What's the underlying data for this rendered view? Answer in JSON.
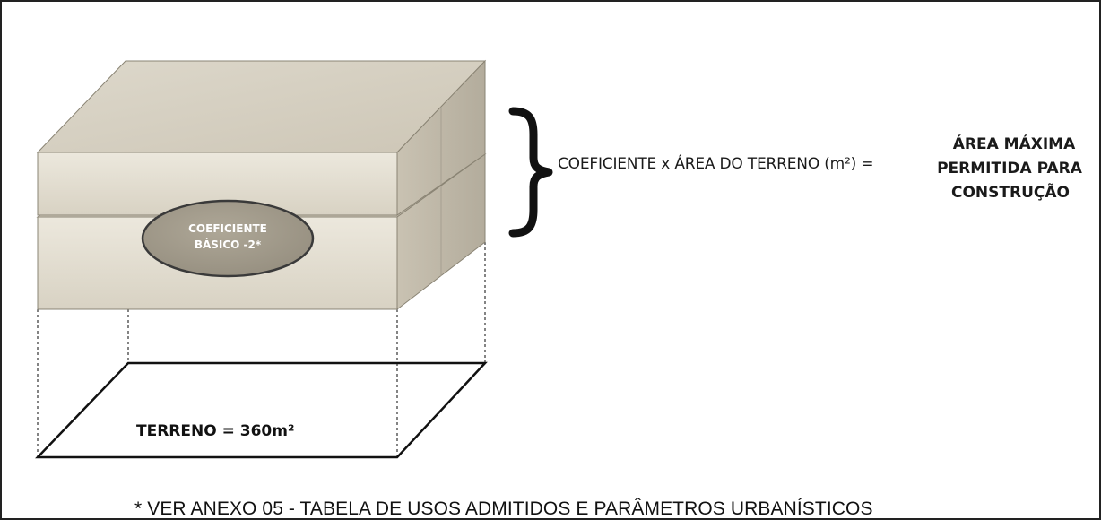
{
  "diagram": {
    "coefficient_badge": {
      "line1": "COEFICIENTE",
      "line2": "BÁSICO -2*"
    },
    "terrain_label": "TERRENO = 360m²",
    "formula": "COEFICIENTE x ÁREA DO TERRENO (m²) =",
    "result": {
      "line1": "ÁREA MÁXIMA",
      "line2": "PERMITIDA PARA",
      "line3": "CONSTRUÇÃO"
    },
    "footnote": "* VER ANEXO 05 - TABELA DE USOS ADMITIDOS E PARÂMETROS URBANÍSTICOS"
  },
  "colors": {
    "slab_top": "#d6d0c1",
    "slab_front": "#e6e1d4",
    "slab_side": "#bdb7a8",
    "badge_fill": "#a39c8d",
    "badge_stroke": "#3a3a3a",
    "outline": "#1a1a1a"
  }
}
